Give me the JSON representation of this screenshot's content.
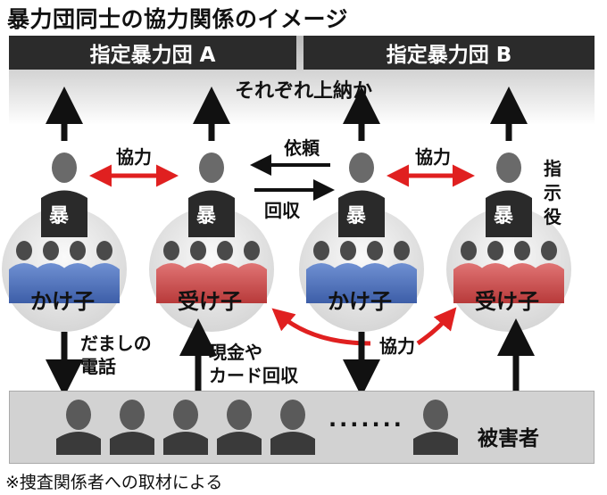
{
  "title": "暴力団同士の協力関係のイメージ",
  "organizations": {
    "a": "指定暴力団 A",
    "b": "指定暴力団 B"
  },
  "tribute": "それぞれ上納か",
  "boss_label": "暴",
  "groups": [
    {
      "label": "かけ子",
      "color": "#4a6fb8"
    },
    {
      "label": "受け子",
      "color": "#cc4a4a"
    },
    {
      "label": "かけ子",
      "color": "#4a6fb8"
    },
    {
      "label": "受け子",
      "color": "#cc4a4a"
    }
  ],
  "relations": {
    "cooperation_1": "協力",
    "request": "依頼",
    "collection": "回収",
    "cooperation_2": "協力",
    "cooperation_3": "協力"
  },
  "commander": "指示役",
  "flows": {
    "fraud_call": "だましの\n電話",
    "cash_collection": "現金や\nカード回収"
  },
  "victims": {
    "dots": "·······",
    "label": "被害者"
  },
  "source": "※捜査関係者への取材による",
  "colors": {
    "cooperation_arrow": "#e02020",
    "caller_group": "#4a6fb8",
    "receiver_group": "#cc4a4a"
  }
}
